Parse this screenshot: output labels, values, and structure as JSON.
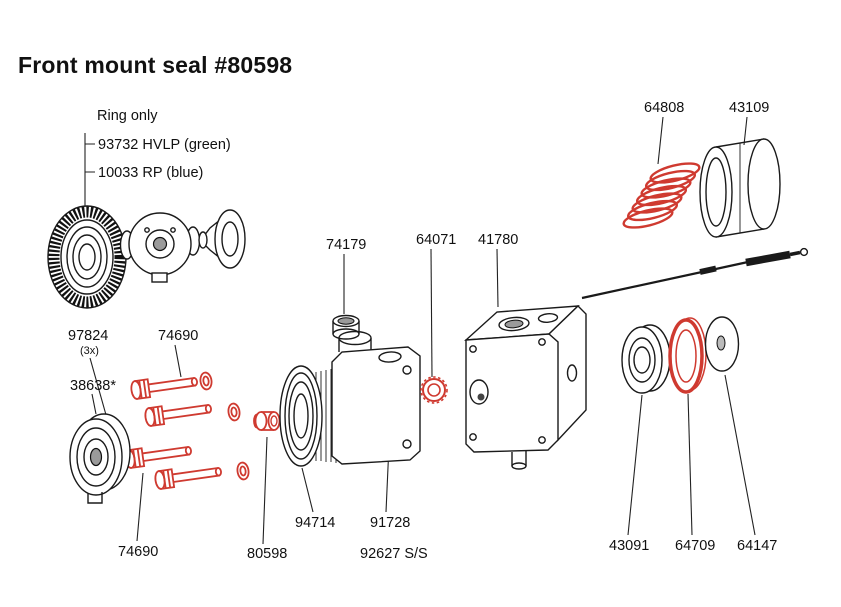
{
  "title": "Front mount seal #80598",
  "colors": {
    "highlight_red": "#cf3a30",
    "ink": "#1a1a1a",
    "background": "#ffffff"
  },
  "callouts": {
    "ring_only": "Ring only",
    "ring_hvlp": "93732 HVLP (green)",
    "ring_rp": "10033 RP (blue)",
    "spring": "64808",
    "air_cap_ring": "43109",
    "cap": "74179",
    "nut": "64071",
    "gun_body": "41780",
    "seals": "97824",
    "seals_qty": "(3x)",
    "screws_top": "74690",
    "baffle": "38638*",
    "screws_bottom": "74690",
    "front_mount_seal": "80598",
    "sleeve": "94714",
    "body": "91728",
    "body_ss": "92627 S/S",
    "packing_ring": "43091",
    "seal_ring": "64709",
    "washer": "64147"
  }
}
